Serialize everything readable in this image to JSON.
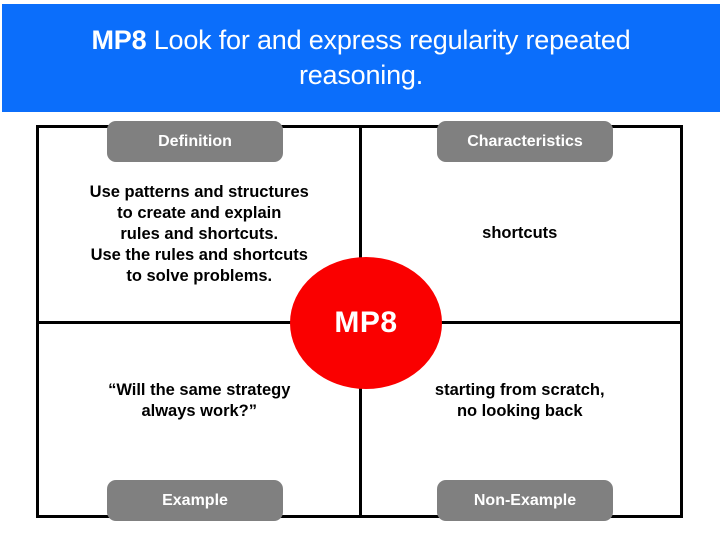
{
  "header": {
    "code": "MP8",
    "title_rest": " Look for and express regularity repeated reasoning.",
    "background_color": "#0b6efb",
    "text_color": "#ffffff"
  },
  "frayer": {
    "center": {
      "label": "MP8",
      "fill_color": "#fa0000",
      "text_color": "#ffffff"
    },
    "label_color": "#808080",
    "quadrants": {
      "top_left": {
        "label": "Definition",
        "text": "Use patterns and structures\nto create and explain\nrules and shortcuts.\nUse the rules and shortcuts\nto solve problems."
      },
      "top_right": {
        "label": "Characteristics",
        "text": "shortcuts"
      },
      "bottom_left": {
        "label": "Example",
        "text": "“Will the same strategy\nalways work?”"
      },
      "bottom_right": {
        "label": "Non-Example",
        "text": "starting from scratch,\nno looking back"
      }
    }
  }
}
